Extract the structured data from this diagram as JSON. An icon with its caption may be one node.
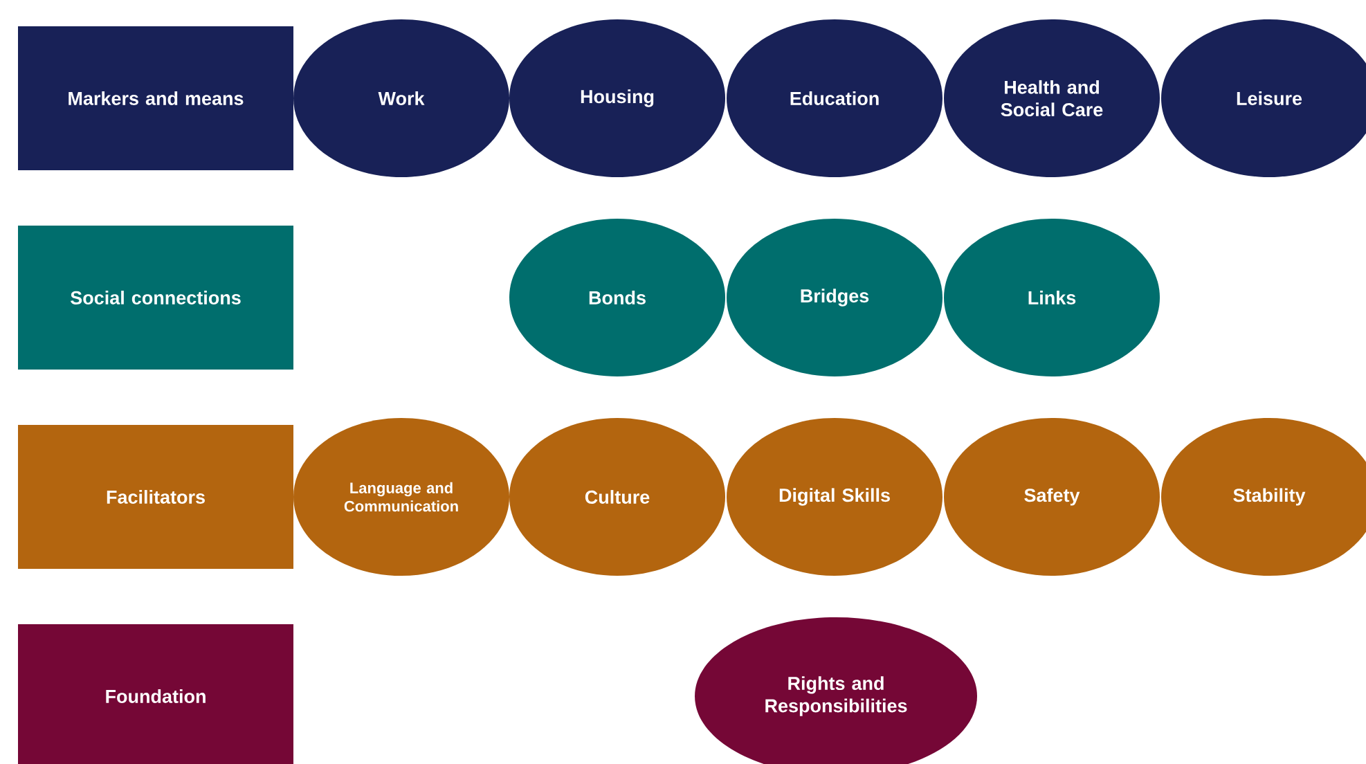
{
  "diagram": {
    "nodes": [
      {
        "text": [
          "Markers and means"
        ]
      },
      {
        "text": [
          "Work"
        ]
      },
      {
        "text": [
          "Housing"
        ]
      },
      {
        "text": [
          "Education"
        ]
      },
      {
        "text": [
          "Health and Social Care"
        ]
      },
      {
        "text": [
          "Leisure"
        ]
      },
      {
        "text": [
          "Social connections"
        ]
      },
      {
        "text": [
          "Bonds"
        ]
      },
      {
        "text": [
          "Bridges"
        ]
      },
      {
        "text": [
          "Links"
        ]
      },
      {
        "text": [
          "Facilitators"
        ]
      },
      {
        "text": [
          "Language and Communication"
        ]
      },
      {
        "text": [
          "Culture"
        ]
      },
      {
        "text": [
          "Digital Skills"
        ]
      },
      {
        "text": [
          "Safety"
        ]
      },
      {
        "text": [
          "Stability"
        ]
      },
      {
        "text": [
          "Foundation"
        ]
      },
      {
        "text": [
          "Rights and Responsibilities"
        ]
      }
    ]
  }
}
